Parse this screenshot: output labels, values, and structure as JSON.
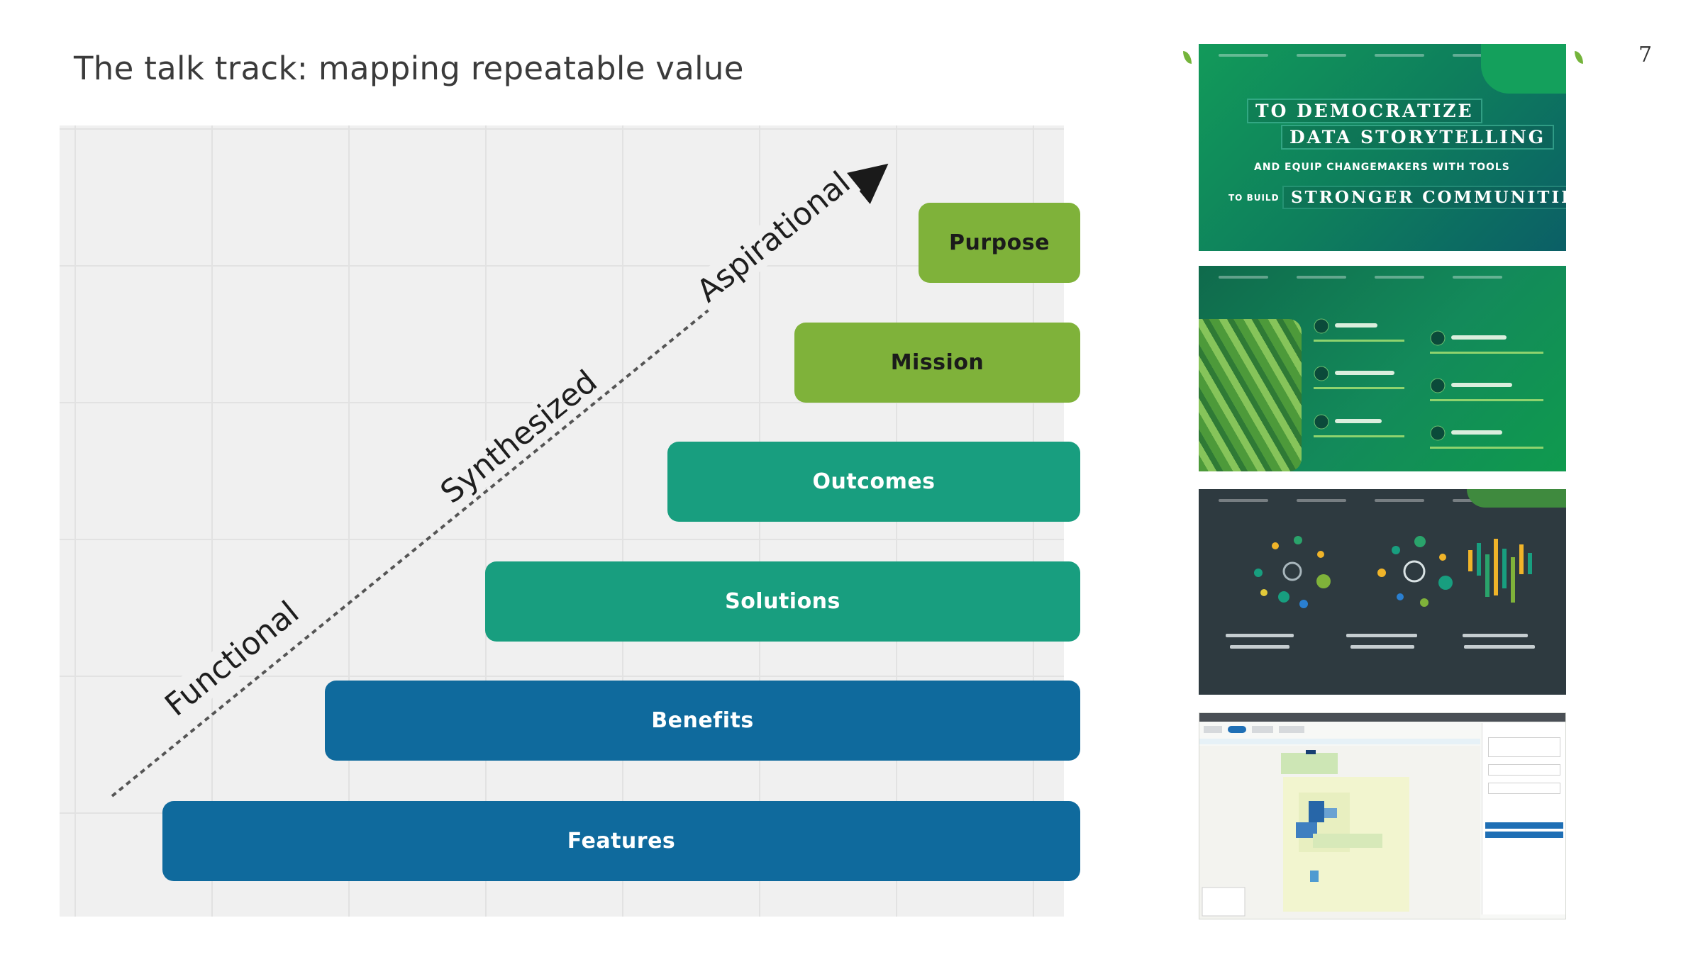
{
  "slide": {
    "title": "The talk track: mapping repeatable value",
    "page_number": "7"
  },
  "diagram": {
    "axis_labels": [
      "Functional",
      "Synthesized",
      "Aspirational"
    ],
    "steps": [
      {
        "label": "Features",
        "color": "#0f6a9d"
      },
      {
        "label": "Benefits",
        "color": "#0f6a9d"
      },
      {
        "label": "Solutions",
        "color": "#189e7f"
      },
      {
        "label": "Outcomes",
        "color": "#189e7f"
      },
      {
        "label": "Mission",
        "color": "#7fb23a"
      },
      {
        "label": "Purpose",
        "color": "#7fb23a"
      }
    ]
  },
  "thumbnails": {
    "thumb1": {
      "line1": "TO DEMOCRATIZE",
      "line2": "DATA STORYTELLING",
      "line3": "AND EQUIP CHANGEMAKERS WITH TOOLS",
      "line4_prefix": "TO BUILD",
      "line4": "STRONGER COMMUNITIES"
    }
  }
}
